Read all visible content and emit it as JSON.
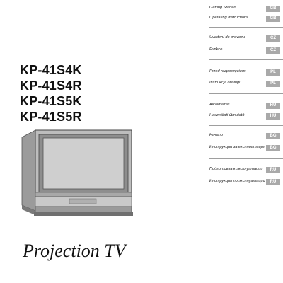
{
  "models": [
    "KP-41S4K",
    "KP-41S4R",
    "KP-41S5K",
    "KP-41S5R"
  ],
  "title": "Projection TV",
  "languages": [
    {
      "text": "Getting Started",
      "badge": "GB"
    },
    {
      "text": "Operating Instructions",
      "badge": "GB"
    },
    {
      "text": "Uvedení do provozu",
      "badge": "CZ"
    },
    {
      "text": "Funkce",
      "badge": "CZ"
    },
    {
      "text": "Przed rozpoczęciem",
      "badge": "PL"
    },
    {
      "text": "Instrukcja obsługi",
      "badge": "PL"
    },
    {
      "text": "Alkalmazás",
      "badge": "HU"
    },
    {
      "text": "Használati útmutató",
      "badge": "HU"
    },
    {
      "text": "Начало",
      "badge": "BG"
    },
    {
      "text": "Инструкции за експлоатация",
      "badge": "BG"
    },
    {
      "text": "Подготовка к эксплуатации",
      "badge": "RU"
    },
    {
      "text": "Инструкция по эксплуатации",
      "badge": "RU"
    }
  ],
  "colors": {
    "badge": "#a9a9a9",
    "text": "#111111"
  }
}
